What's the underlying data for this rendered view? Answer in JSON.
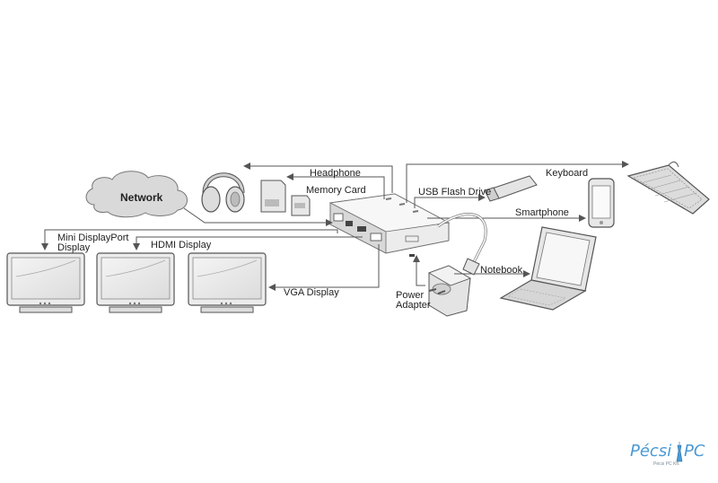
{
  "labels": {
    "network": "Network",
    "headphone": "Headphone",
    "memory_card": "Memory Card",
    "usb_flash_drive": "USB Flash Drive",
    "keyboard": "Keyboard",
    "smartphone": "Smartphone",
    "mini_dp_line1": "Mini DisplayPort",
    "mini_dp_line2": "Display",
    "hdmi_display": "HDMI Display",
    "vga_display": "VGA Display",
    "notebook": "Notebook",
    "power_line1": "Power",
    "power_line2": "Adapter"
  },
  "logo": {
    "text_left": "Pécsi",
    "text_right": "PC",
    "subtitle": "Pécsi PC Kft."
  },
  "colors": {
    "line": "#555555",
    "device_fill": "#e6e6e6",
    "device_stroke": "#6b6b6b",
    "logo": "#4a9ad4"
  }
}
